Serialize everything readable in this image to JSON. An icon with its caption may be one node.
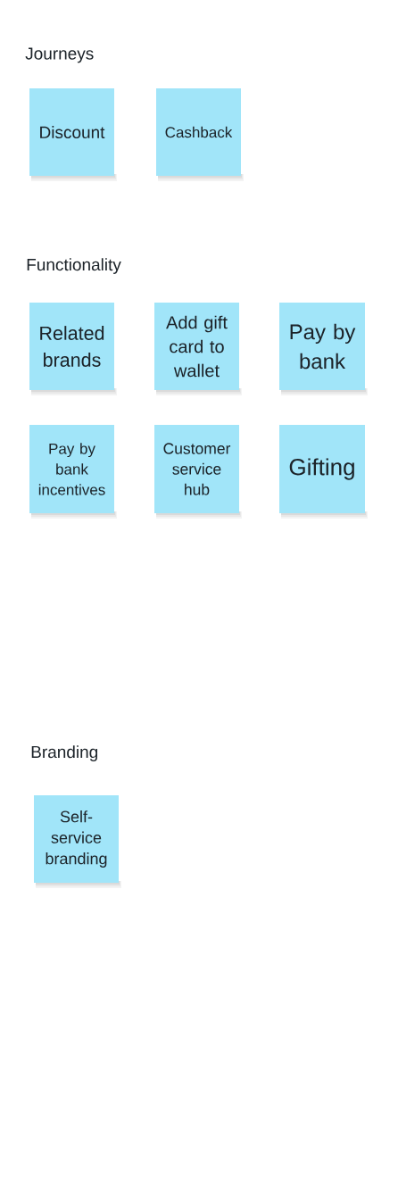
{
  "diagram": {
    "nodes": [
      {
        "text": [
          "Discount"
        ]
      },
      {
        "text": [
          "Cashback"
        ]
      },
      {
        "text": [
          "Related brands"
        ]
      },
      {
        "text": [
          "Add gift card to wallet"
        ]
      },
      {
        "text": [
          "Pay by bank"
        ]
      },
      {
        "text": [
          "Pay by bank incentives"
        ]
      },
      {
        "text": [
          "Customer service hub"
        ]
      },
      {
        "text": [
          "Gifting"
        ]
      },
      {
        "text": [
          "Self-service branding"
        ]
      }
    ],
    "labels": [
      "Journeys",
      "Functionality",
      "Branding"
    ]
  }
}
